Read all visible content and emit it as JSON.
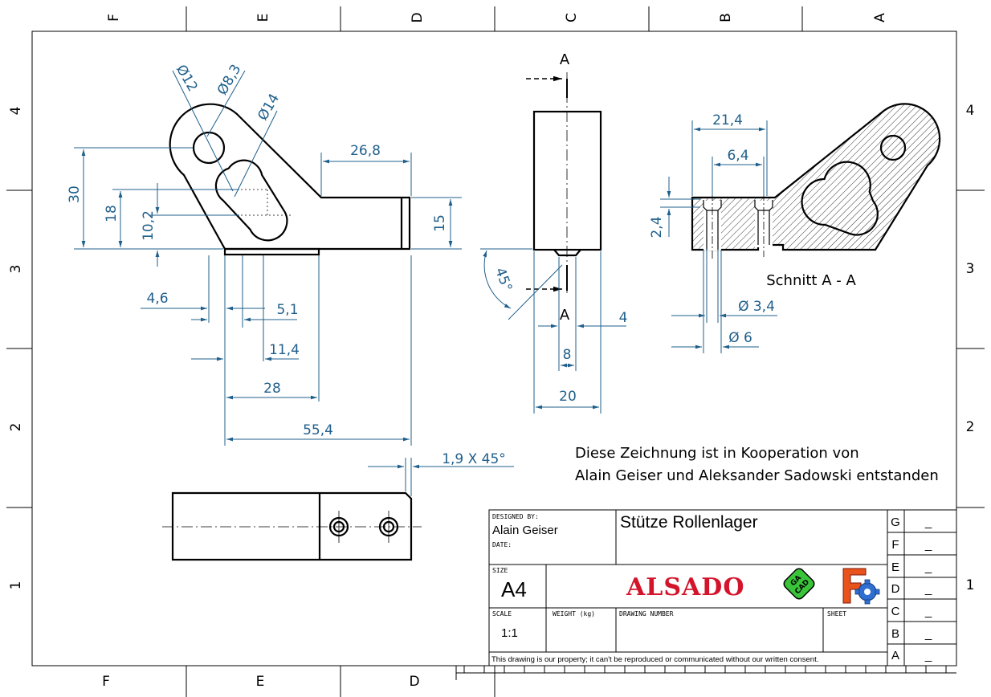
{
  "zones": {
    "columns_top": [
      "F",
      "E",
      "D",
      "C",
      "B",
      "A"
    ],
    "columns_bottom": [
      "F",
      "E",
      "D"
    ],
    "rows_left": [
      "4",
      "3",
      "2",
      "1"
    ],
    "rows_right": [
      "4",
      "3",
      "2",
      "1"
    ]
  },
  "dimensions": {
    "d12": "Ø12",
    "d83": "Ø8,3",
    "d14": "Ø14",
    "w268": "26,8",
    "h30": "30",
    "h18": "18",
    "h102": "10,2",
    "h15": "15",
    "w46": "4,6",
    "w51": "5,1",
    "w114": "11,4",
    "w28": "28",
    "w554": "55,4",
    "chamfer": "1,9 X 45°",
    "angle45": "45°",
    "w4": "4",
    "w8": "8",
    "w20": "20",
    "w214": "21,4",
    "w64": "6,4",
    "h24": "2,4",
    "d34": "Ø 3,4",
    "d6": "Ø 6"
  },
  "section": {
    "marker": "A",
    "label": "Schnitt A - A"
  },
  "note": {
    "line1": "Diese Zeichnung ist in Kooperation von",
    "line2": "Alain Geiser und Aleksander Sadowski entstanden"
  },
  "title_block": {
    "designed_by_label": "DESIGNED BY:",
    "designed_by": "Alain Geiser",
    "date_label": "DATE:",
    "title": "Stütze Rollenlager",
    "size_label": "SIZE",
    "size": "A4",
    "scale_label": "SCALE",
    "scale": "1:1",
    "weight_label": "WEIGHT (kg)",
    "drawing_number_label": "DRAWING NUMBER",
    "sheet_label": "SHEET",
    "brand": "ALSADO",
    "legal": "This drawing is our property; it can't be reproduced or communicated without our written consent.",
    "revisions": [
      {
        "letter": "G",
        "value": "_"
      },
      {
        "letter": "F",
        "value": "_"
      },
      {
        "letter": "E",
        "value": "_"
      },
      {
        "letter": "D",
        "value": "_"
      },
      {
        "letter": "C",
        "value": "_"
      },
      {
        "letter": "B",
        "value": "_"
      },
      {
        "letter": "A",
        "value": "_"
      }
    ]
  },
  "colors": {
    "dimension": "#1f5f8b",
    "brand": "#d3142b",
    "freecad_orange": "#e8531c",
    "freecad_gear": "#2f6fd1",
    "gacad_green": "#39c43a"
  }
}
